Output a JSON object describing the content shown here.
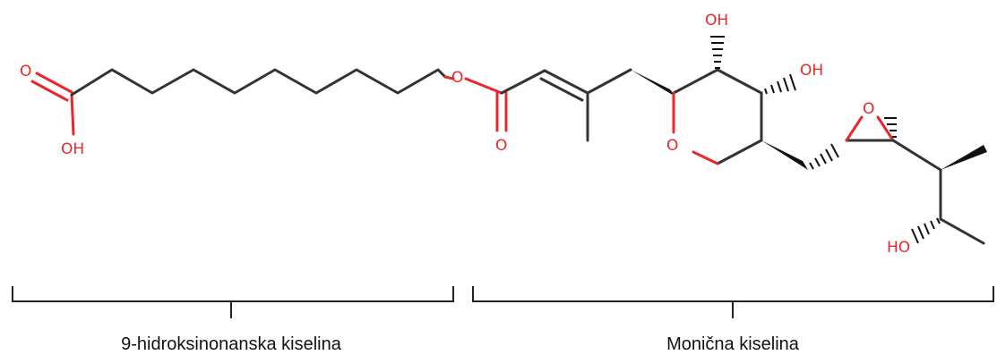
{
  "atoms": {
    "carbonyl_o": "O",
    "hydroxyl": "OH",
    "ester_o": "O",
    "ester_carbonyl_o": "O",
    "ring_o": "O",
    "oh_top": "OH",
    "oh_right": "OH",
    "epoxide_o": "O",
    "ho_bottom": "HO"
  },
  "labels": {
    "left_fragment": "9-hidroksinonanska kiselina",
    "right_fragment": "Monična kiselina"
  },
  "colors": {
    "heteroatom": "#e8282b",
    "bond": "#333333",
    "bracket": "#222222"
  }
}
